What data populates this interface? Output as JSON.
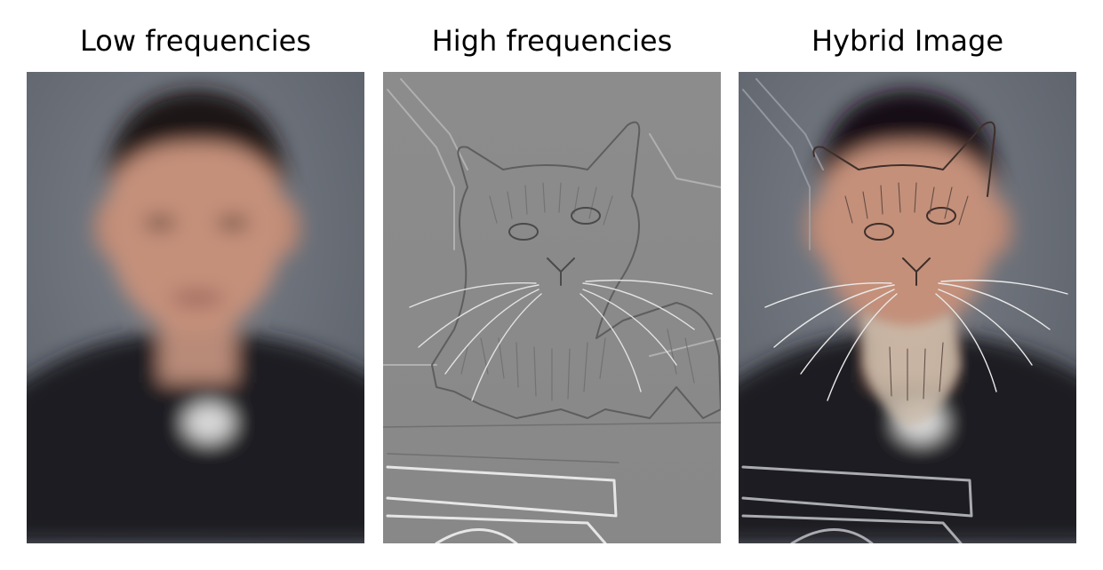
{
  "panels": [
    {
      "id": "low",
      "title": "Low frequencies"
    },
    {
      "id": "high",
      "title": "High frequencies"
    },
    {
      "id": "hybrid",
      "title": "Hybrid Image"
    }
  ],
  "colors": {
    "background_gray": "#6f7580",
    "high_pass_gray": "#8a8a8a",
    "shirt_dark": "#1b1c20",
    "skin": "#c08c76",
    "beard": "#c8b8a8"
  }
}
